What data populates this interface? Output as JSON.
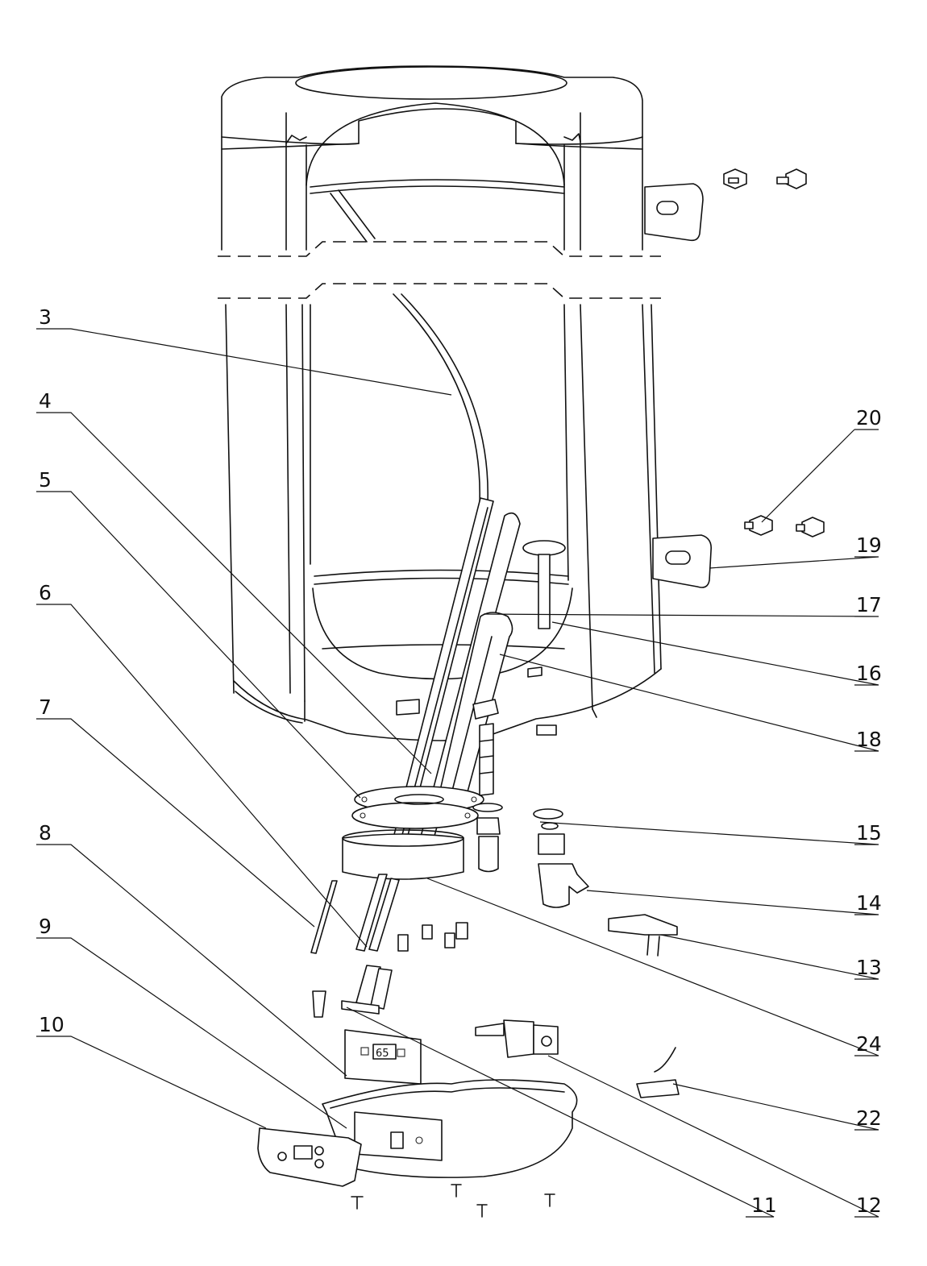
{
  "diagram": {
    "labels": [
      {
        "id": "p3",
        "text": "3"
      },
      {
        "id": "p4",
        "text": "4"
      },
      {
        "id": "p5",
        "text": "5"
      },
      {
        "id": "p6",
        "text": "6"
      },
      {
        "id": "p7",
        "text": "7"
      },
      {
        "id": "p8",
        "text": "8"
      },
      {
        "id": "p9",
        "text": "9"
      },
      {
        "id": "p10",
        "text": "10"
      },
      {
        "id": "p11",
        "text": "11"
      },
      {
        "id": "p12",
        "text": "12"
      },
      {
        "id": "p13",
        "text": "13"
      },
      {
        "id": "p14",
        "text": "14"
      },
      {
        "id": "p15",
        "text": "15"
      },
      {
        "id": "p16",
        "text": "16"
      },
      {
        "id": "p17",
        "text": "17"
      },
      {
        "id": "p18",
        "text": "18"
      },
      {
        "id": "p19",
        "text": "19"
      },
      {
        "id": "p20",
        "text": "20"
      },
      {
        "id": "p22",
        "text": "22"
      },
      {
        "id": "p24",
        "text": "24"
      }
    ],
    "thermostat_display": "65"
  }
}
